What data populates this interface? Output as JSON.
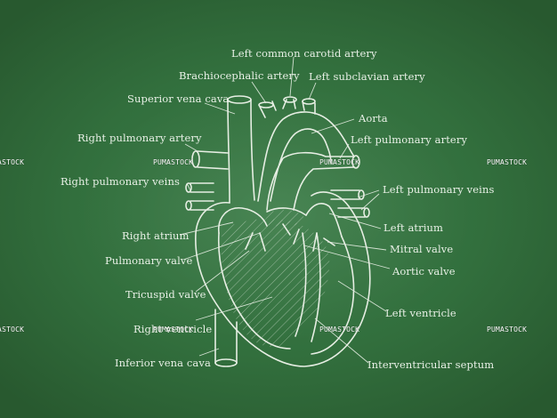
{
  "labels": {
    "left_common_carotid": "Left common carotid artery",
    "brachiocephalic": "Brachiocephalic artery",
    "left_subclavian": "Left subclavian artery",
    "superior_vena_cava": "Superior vena cava",
    "aorta": "Aorta",
    "right_pulmonary_artery": "Right pulmonary artery",
    "left_pulmonary_artery": "Left pulmonary artery",
    "right_pulmonary_veins": "Right pulmonary veins",
    "left_pulmonary_veins": "Left pulmonary veins",
    "left_atrium": "Left atrium",
    "right_atrium": "Right atrium",
    "mitral_valve": "Mitral valve",
    "pulmonary_valve": "Pulmonary valve",
    "aortic_valve": "Aortic valve",
    "tricuspid_valve": "Tricuspid valve",
    "left_ventricle": "Left ventricle",
    "right_ventricle": "Right ventricle",
    "inferior_vena_cava": "Inferior vena cava",
    "interventricular_septum": "Interventricular septum"
  },
  "watermark": "PUMASTOCK",
  "colors": {
    "board": "#326f3d",
    "chalk": "#e8f0e6"
  }
}
